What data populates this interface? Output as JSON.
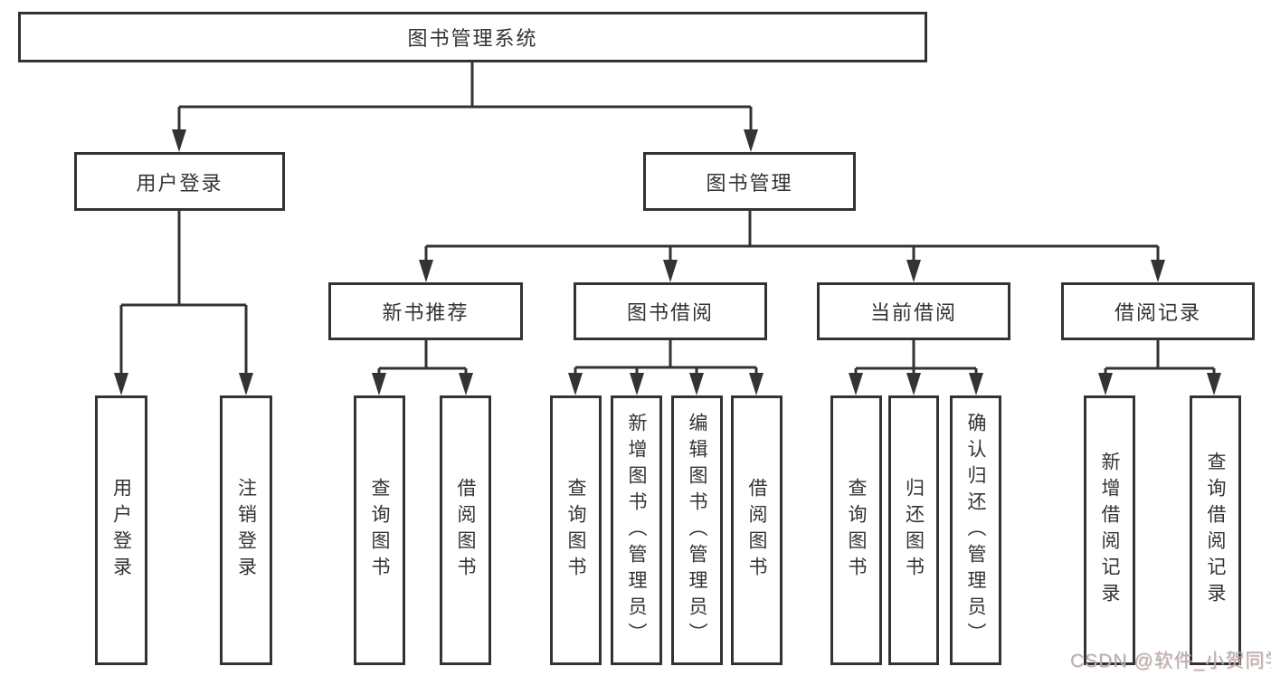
{
  "diagram_title": "图书管理系统",
  "colors": {
    "line": "#333333",
    "text": "#333333",
    "box_background": "#ffffff",
    "watermark": "#b2b2b2"
  },
  "tree": {
    "label": "图书管理系统",
    "children": [
      {
        "label": "用户登录",
        "children": [
          {
            "label": "用户登录"
          },
          {
            "label": "注销登录"
          }
        ]
      },
      {
        "label": "图书管理",
        "children": [
          {
            "label": "新书推荐",
            "children": [
              {
                "label": "查询图书"
              },
              {
                "label": "借阅图书"
              }
            ]
          },
          {
            "label": "图书借阅",
            "children": [
              {
                "label": "查询图书"
              },
              {
                "label": "新增图书（管理员）"
              },
              {
                "label": "编辑图书（管理员）"
              },
              {
                "label": "借阅图书"
              }
            ]
          },
          {
            "label": "当前借阅",
            "children": [
              {
                "label": "查询图书"
              },
              {
                "label": "归还图书"
              },
              {
                "label": "确认归还（管理员）"
              }
            ]
          },
          {
            "label": "借阅记录",
            "children": [
              {
                "label": "新增借阅记录"
              },
              {
                "label": "查询借阅记录"
              }
            ]
          }
        ]
      }
    ]
  },
  "watermark": {
    "text": "CSDN @软件_小贺同学"
  }
}
